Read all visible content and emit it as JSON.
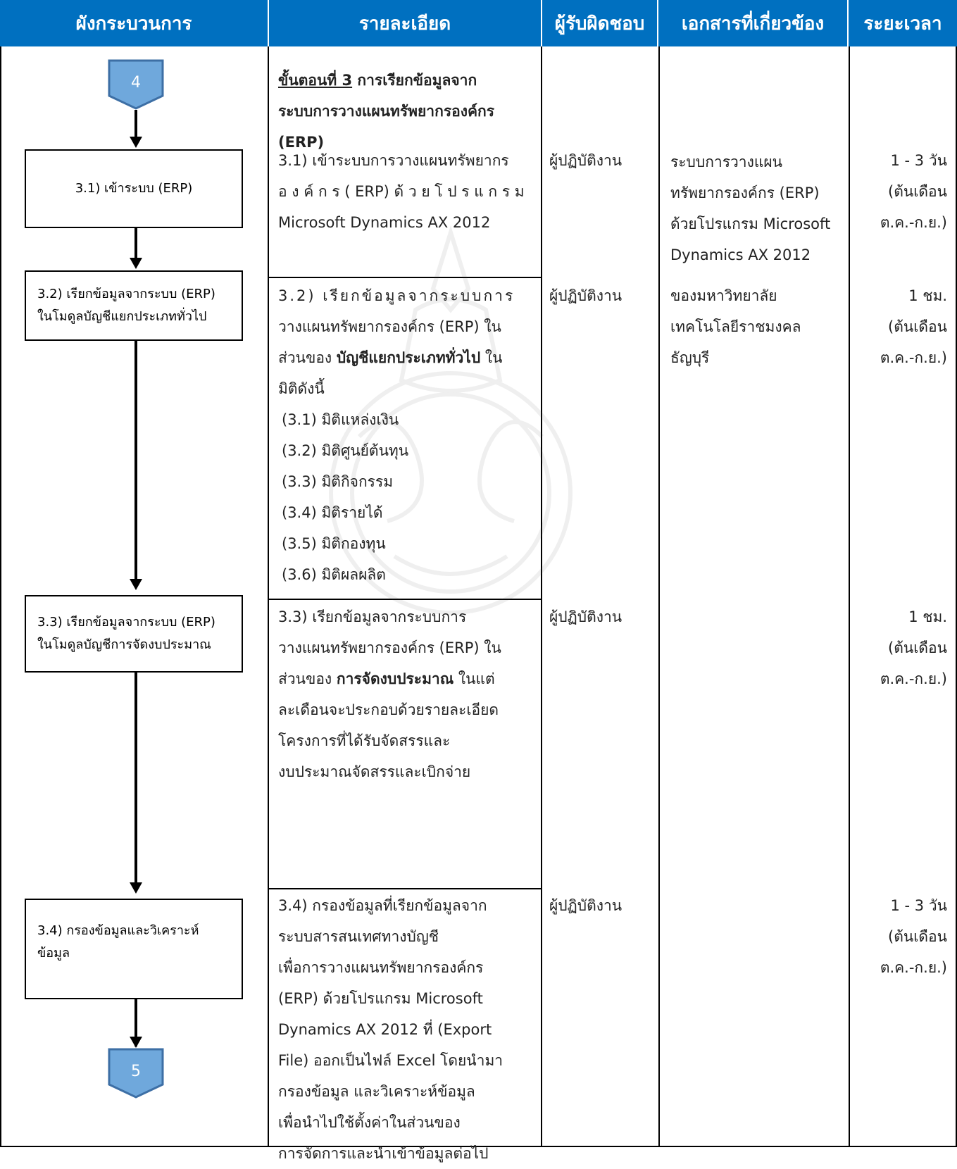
{
  "header": {
    "col1": "ผังกระบวนการ",
    "col2": "รายละเอียด",
    "col3": "ผู้รับผิดชอบ",
    "col4": "เอกสารที่เกี่ยวข้อง",
    "col5": "ระยะเวลา"
  },
  "connectors": {
    "start": "4",
    "end": "5"
  },
  "flow": {
    "box1": "3.1) เข้าระบบ (ERP)",
    "box2_line1": "3.2) เรียกข้อมูลจากระบบ (ERP)",
    "box2_line2": "ในโมดูลบัญชีแยกประเภททั่วไป",
    "box3_line1": "3.3) เรียกข้อมูลจากระบบ (ERP)",
    "box3_line2": "ในโมดูลบัญชีการจัดงบประมาณ",
    "box4_line1": "3.4) กรองข้อมูลและวิเคราะห์",
    "box4_line2": "ข้อมูล"
  },
  "details": {
    "heading_underlined": "ขั้นตอนที่ 3",
    "heading_rest": " การเรียกข้อมูลจาก",
    "heading_line2": "ระบบการวางแผนทรัพยากรองค์กร",
    "heading_line3": "(ERP)",
    "s31": [
      "3.1) เข้าระบบการวางแผนทรัพยากร",
      "อ ง ค์ ก ร  ( ERP)  ด้ ว ย โ ป ร แ ก ร ม",
      "Microsoft Dynamics AX 2012"
    ],
    "s32_lines": [
      "3.2) เรียกข้อมูลจากระบบการ",
      "วางแผนทรัพยากรองค์กร (ERP) ใน"
    ],
    "s32_l3_pre": "ส่วนของ ",
    "s32_l3_bold": "บัญชีแยกประเภททั่วไป",
    "s32_l3_post": " ใน",
    "s32_l4": "มิติดังนี้",
    "dims": [
      "(3.1) มิติแหล่งเงิน",
      "(3.2) มิติศูนย์ต้นทุน",
      "(3.3) มิติกิจกรรม",
      "(3.4) มิติรายได้",
      "(3.5) มิติกองทุน",
      "(3.6) มิติผลผลิต"
    ],
    "s33_lines": [
      "3.3) เรียกข้อมูลจากระบบการ",
      "วางแผนทรัพยากรองค์กร (ERP) ใน"
    ],
    "s33_l3_pre": "ส่วนของ ",
    "s33_l3_bold": "การจัดงบประมาณ",
    "s33_l3_post": " ในแต่",
    "s33_rest": [
      "ละเดือนจะประกอบด้วยรายละเอียด",
      "โครงการที่ได้รับจัดสรรและ",
      "งบประมาณจัดสรรและเบิกจ่าย"
    ],
    "s34": [
      "3.4) กรองข้อมูลที่เรียกข้อมูลจาก",
      "ระบบสารสนเทศทางบัญชี",
      "เพื่อการวางแผนทรัพยากรองค์กร",
      "(ERP) ด้วยโปรแกรม Microsoft",
      "Dynamics AX 2012 ที่ (Export",
      "File) ออกเป็นไฟล์ Excel โดยนำมา",
      "กรองข้อมูล และวิเคราะห์ข้อมูล",
      "เพื่อนำไปใช้ตั้งค่าในส่วนของ",
      "การจัดการและนำเข้าข้อมูลต่อไป"
    ]
  },
  "responsible": {
    "r1": "ผู้ปฏิบัติงาน",
    "r2": "ผู้ปฏิบัติงาน",
    "r3": "ผู้ปฏิบัติงาน",
    "r4": "ผู้ปฏิบัติงาน"
  },
  "documents": [
    "ระบบการวางแผน",
    "ทรัพยากรองค์กร (ERP)",
    "ด้วยโปรแกรม Microsoft",
    "Dynamics AX 2012",
    "ของมหาวิทยาลัย",
    "เทคโนโลยีราชมงคล",
    "ธัญบุรี"
  ],
  "durations": {
    "d1": [
      "1 - 3 วัน",
      "(ต้นเดือน",
      "ต.ค.-ก.ย.)"
    ],
    "d2": [
      "1 ชม.",
      "(ต้นเดือน",
      "ต.ค.-ก.ย.)"
    ],
    "d3": [
      "1 ชม.",
      "(ต้นเดือน",
      "ต.ค.-ก.ย.)"
    ],
    "d4": [
      "1 - 3 วัน",
      "(ต้นเดือน",
      "ต.ค.-ก.ย.)"
    ]
  },
  "colors": {
    "header_bg": "#0070c0",
    "connector_fill": "#6fa8dc",
    "connector_border": "#3d6fa5"
  }
}
